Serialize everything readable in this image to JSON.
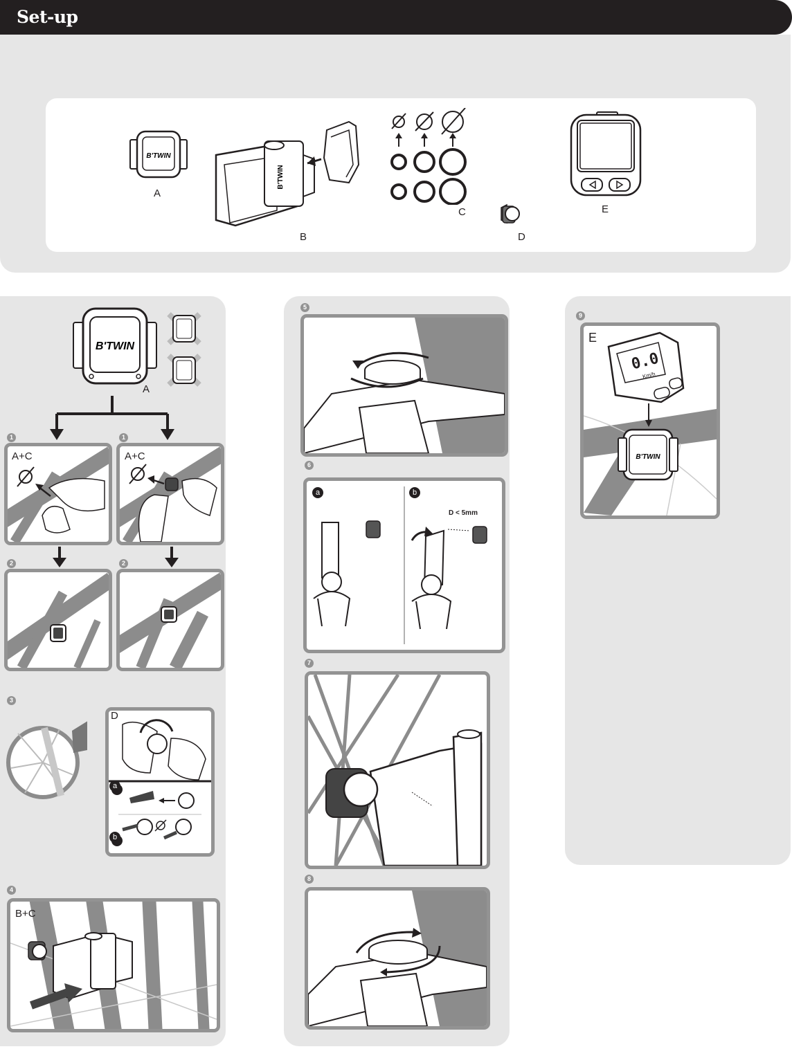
{
  "header": {
    "title": "Set-up"
  },
  "components": {
    "a": "A",
    "b": "B",
    "c": "C",
    "d": "D",
    "e": "E"
  },
  "brand": "B'TWIN",
  "steps": {
    "s1": "1",
    "s2": "2",
    "s3": "3",
    "s4": "4",
    "s5": "5",
    "s6": "6",
    "s7": "7",
    "s8": "8",
    "s9": "9"
  },
  "labels": {
    "a_plus_c": "A+C",
    "b_plus_c": "B+C",
    "d": "D",
    "e": "E",
    "gap": "D < 5mm",
    "sub_a": "a",
    "sub_b": "b",
    "display_value": "0.0",
    "display_unit": "Km/h"
  },
  "colors": {
    "dark": "#231f20",
    "panel": "#e6e6e6",
    "frame": "#939393",
    "bike": "#8c8c8c"
  }
}
